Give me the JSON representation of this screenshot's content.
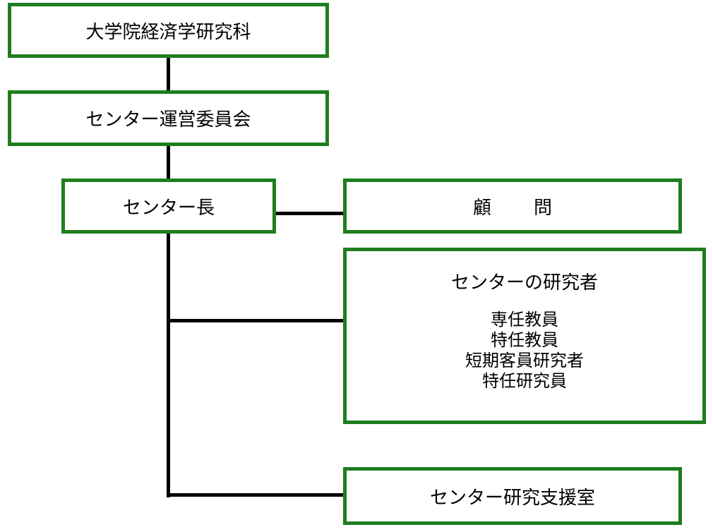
{
  "org_chart": {
    "graduate_school": "大学院経済学研究科",
    "steering_committee": "センター運営委員会",
    "director": "センター長",
    "advisor": "顧問",
    "researchers": {
      "title": "センターの研究者",
      "members": [
        "専任教員",
        "特任教員",
        "短期客員研究者",
        "特任研究員"
      ]
    },
    "support_office": "センター研究支援室"
  },
  "colors": {
    "box_border": "#1e7d1e",
    "connector": "#000000",
    "background": "#ffffff"
  }
}
